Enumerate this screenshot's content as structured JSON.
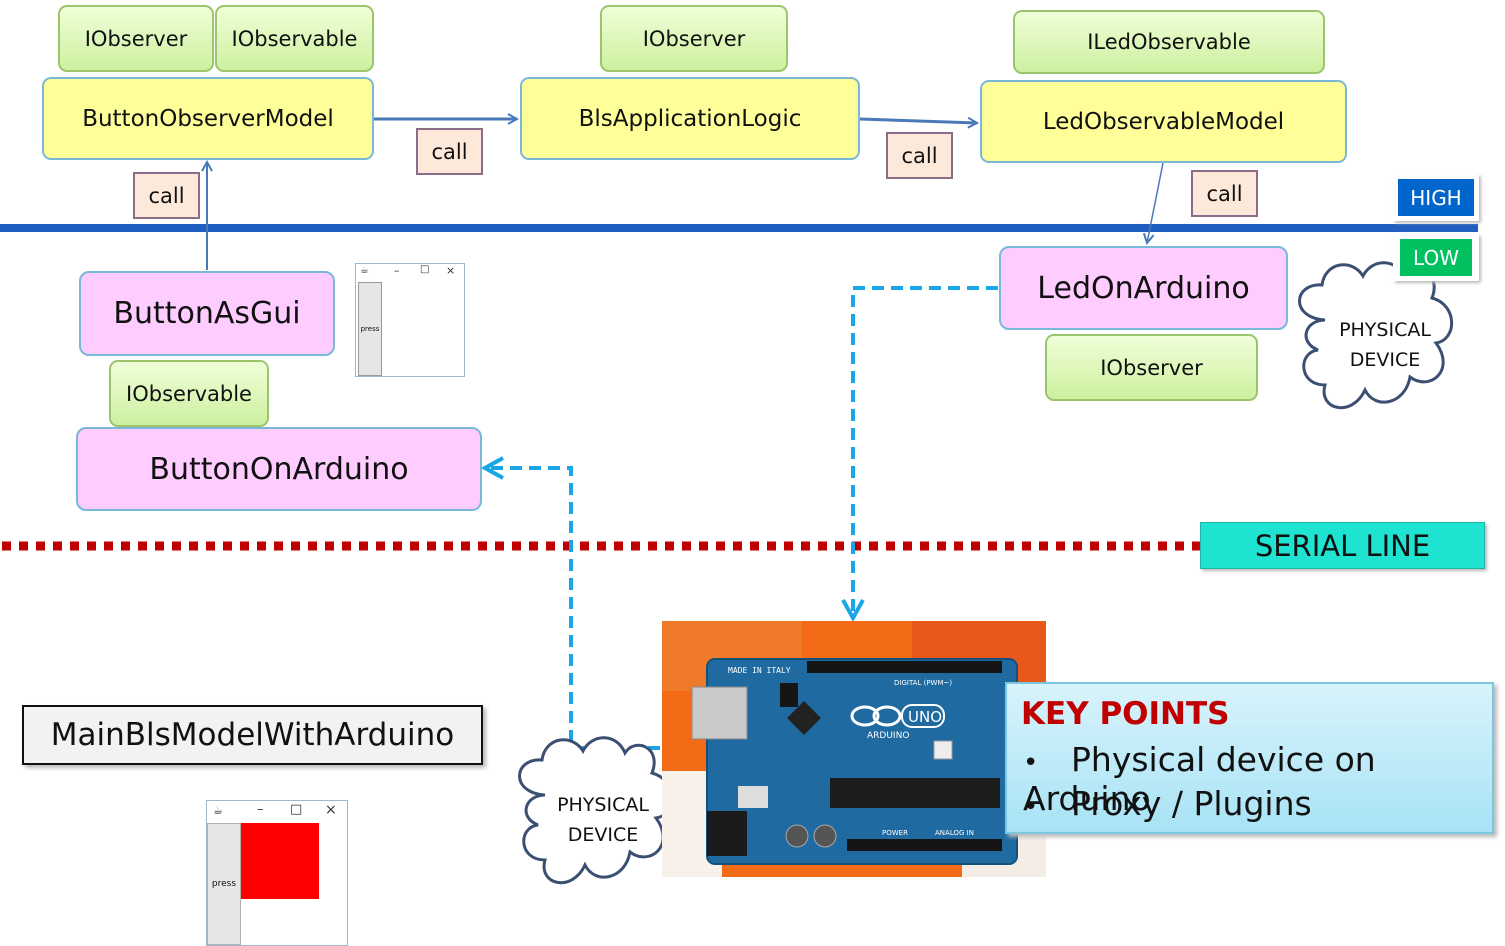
{
  "interfaces": {
    "bom_observer": "IObserver",
    "bom_observable": "IObservable",
    "logic_observer": "IObserver",
    "led_observable": "ILedObservable",
    "led_arduino_observer": "IObserver",
    "button_arduino_observable": "IObservable"
  },
  "models": {
    "button_observer_model": "ButtonObserverModel",
    "bls_application_logic": "BlsApplicationLogic",
    "led_observable_model": "LedObservableModel",
    "button_as_gui": "ButtonAsGui",
    "button_on_arduino": "ButtonOnArduino",
    "led_on_arduino": "LedOnArduino"
  },
  "calls": {
    "call_1": "call",
    "call_2": "call",
    "call_3": "call",
    "call_4": "call"
  },
  "levels": {
    "high": "HIGH",
    "low": "LOW",
    "high_color": "#0066cc",
    "low_color": "#00c060"
  },
  "devices": {
    "physical_device_top": "PHYSICAL DEVICE",
    "physical_device_bottom": "PHYSICAL DEVICE"
  },
  "serial_line": {
    "label": "SERIAL LINE",
    "color": "#c00000",
    "label_bg": "#1de3d0"
  },
  "main_class": "MainBlsModelWithArduino",
  "gui_window_1": {
    "button_label": "press"
  },
  "gui_window_2": {
    "button_label": "press",
    "led_color": "#ff0000"
  },
  "board": {
    "made_in": "MADE IN ITALY",
    "brand": "ARDUINO",
    "model": "UNO",
    "digital": "DIGITAL (PWM~)",
    "power": "POWER",
    "analog": "ANALOG IN"
  },
  "key_points": {
    "title": "KEY POINTS",
    "items": [
      "Physical device on Arduino",
      "Proxy / Plugins"
    ],
    "title_color": "#c00000"
  },
  "colors": {
    "high_line": "#1e5fbf",
    "dashed_link": "#1aa6e6",
    "arrow": "#4a79b8"
  }
}
